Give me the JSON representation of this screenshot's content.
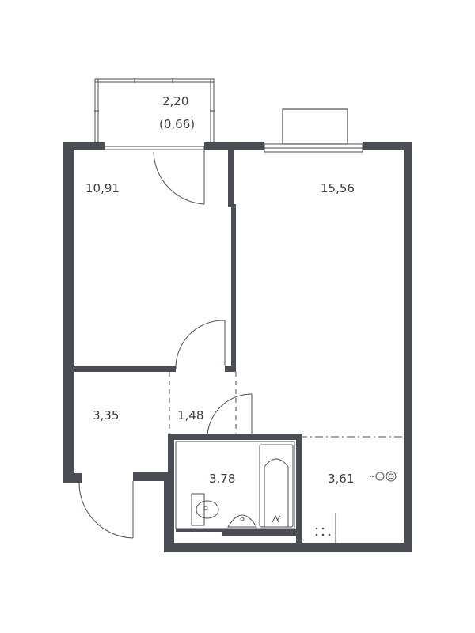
{
  "plan": {
    "rooms": [
      {
        "id": "balcony",
        "area": "2,20",
        "area_reduced": "(0,66)"
      },
      {
        "id": "bedroom",
        "area": "10,91"
      },
      {
        "id": "living-room",
        "area": "15,56"
      },
      {
        "id": "hallway",
        "area": "3,35"
      },
      {
        "id": "corridor",
        "area": "1,48"
      },
      {
        "id": "bathroom",
        "area": "3,78"
      },
      {
        "id": "kitchen",
        "area": "3,61"
      }
    ],
    "colors": {
      "wall": "#4a4e54",
      "background": "#ffffff"
    }
  }
}
